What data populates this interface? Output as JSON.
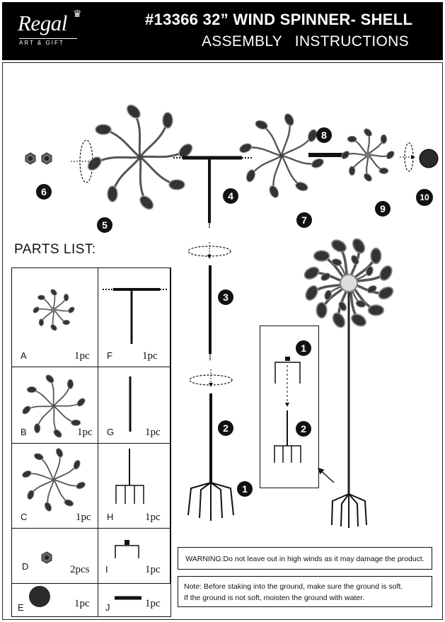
{
  "header": {
    "brand": "Regal",
    "brand_sub": "ART & GIFT",
    "title_line1": "#13366   32” WIND SPINNER- SHELL",
    "title_line2": "ASSEMBLY   INSTRUCTIONS"
  },
  "steps": [
    "1",
    "2",
    "3",
    "4",
    "5",
    "6",
    "7",
    "8",
    "9",
    "10"
  ],
  "inset_steps": [
    "1",
    "2"
  ],
  "parts_list": {
    "title": "PARTS LIST:",
    "items": [
      {
        "letter": "A",
        "qty": "1pc"
      },
      {
        "letter": "B",
        "qty": "1pc"
      },
      {
        "letter": "C",
        "qty": "1pc"
      },
      {
        "letter": "D",
        "qty": "2pcs"
      },
      {
        "letter": "E",
        "qty": "1pc"
      },
      {
        "letter": "F",
        "qty": "1pc"
      },
      {
        "letter": "G",
        "qty": "1pc"
      },
      {
        "letter": "H",
        "qty": "1pc"
      },
      {
        "letter": "I",
        "qty": "1pc"
      },
      {
        "letter": "J",
        "qty": "1pc"
      }
    ]
  },
  "warning": "WARNING:Do not leave out in high winds as it may damage the product.",
  "note_line1": "Note: Before staking into the ground, make sure the ground is soft.",
  "note_line2": "If the ground is not soft, moisten the ground with water."
}
